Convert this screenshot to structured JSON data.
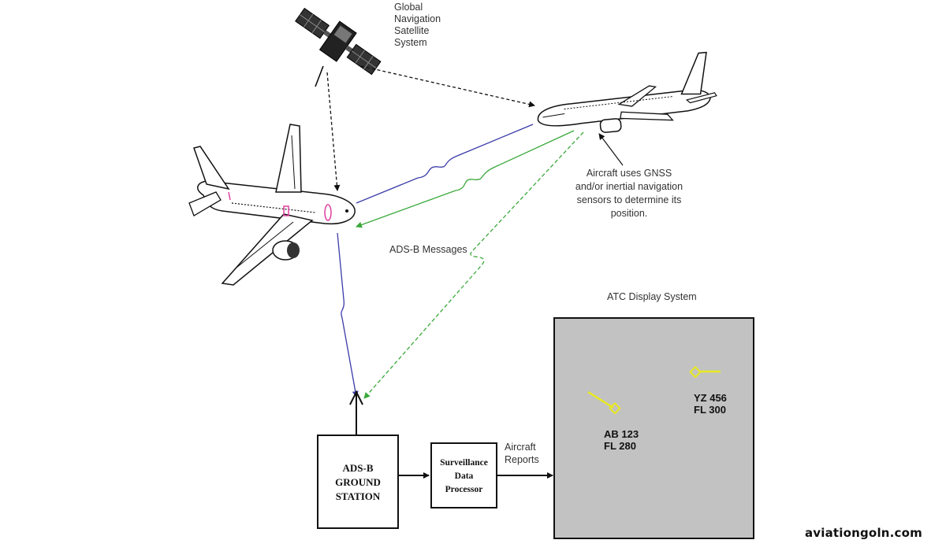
{
  "labels": {
    "gnss": [
      "Global",
      "Navigation",
      "Satellite",
      "System"
    ],
    "aircraft_note": [
      "Aircraft uses GNSS",
      "and/or inertial navigation",
      "sensors to determine its",
      "position."
    ],
    "adsb_messages": "ADS-B Messages",
    "atc_title": "ATC Display System",
    "ground_station": [
      "ADS-B",
      "GROUND",
      "STATION"
    ],
    "processor": [
      "Surveillance",
      "Data",
      "Processor"
    ],
    "aircraft_reports": [
      "Aircraft",
      "Reports"
    ],
    "target_ab": [
      "AB 123",
      "FL 280"
    ],
    "target_yz": [
      "YZ 456",
      "FL 300"
    ]
  },
  "watermark": "aviationgoln.com",
  "colors": {
    "downlink_blue": "#3a3aa8",
    "broadcast_green": "#3aa83a",
    "display_fill": "#c2c2c2",
    "target_yellow": "#e8e822"
  }
}
